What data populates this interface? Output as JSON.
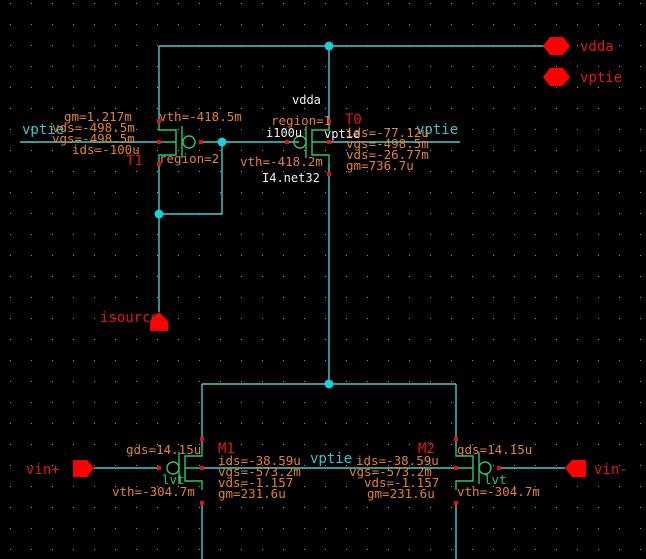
{
  "colors": {
    "background": "#000000",
    "wire": "#4fc7c7",
    "device": "#33c26a",
    "param_text": "#e0823a",
    "instance_text": "#e01818",
    "pin": "#e01010",
    "junction": "#1bcfd6"
  },
  "ports": {
    "vdda": "vdda",
    "vptie": "vptie",
    "isource": "isource",
    "vin_plus": "vin+",
    "vin_minus": "vin-"
  },
  "T1": {
    "name": "T1",
    "bulk_net": "vptie",
    "gm": "gm=1.217m",
    "vds": "vds=-498.5m",
    "vgs": "vgs=-498.5m",
    "ids": "ids=-100u",
    "vth": "vth=-418.5m",
    "region": "region=2"
  },
  "T0": {
    "name": "T0",
    "top_net": "vdda",
    "bulk_net": "vptie",
    "bulk_net_right": "vptie",
    "region": "region=1",
    "current": "i100u",
    "vth": "vth=-418.2m",
    "drain_net": "I4.net32",
    "ids": "ids=-77.12u",
    "vgs": "vgs=-498.5m",
    "vds": "vds=-26.77m",
    "gm": "gm=736.7u"
  },
  "M1": {
    "name": "M1",
    "gds": "gds=14.15u",
    "type": "lvt",
    "vth": "vth=-304.7m",
    "ids": "ids=-38.59u",
    "vgs": "vgs=-573.2m",
    "vds": "vds=-1.157",
    "gm": "gm=231.6u"
  },
  "M2": {
    "name": "M2",
    "gds": "gds=14.15u",
    "type": "lvt",
    "vth": "vth=-304.7m",
    "ids": "ids=-38.59u",
    "vgs": "vgs=-573.2m",
    "vds": "vds=-1.157",
    "gm": "gm=231.6u"
  },
  "bulk_net_mid": "vptie"
}
